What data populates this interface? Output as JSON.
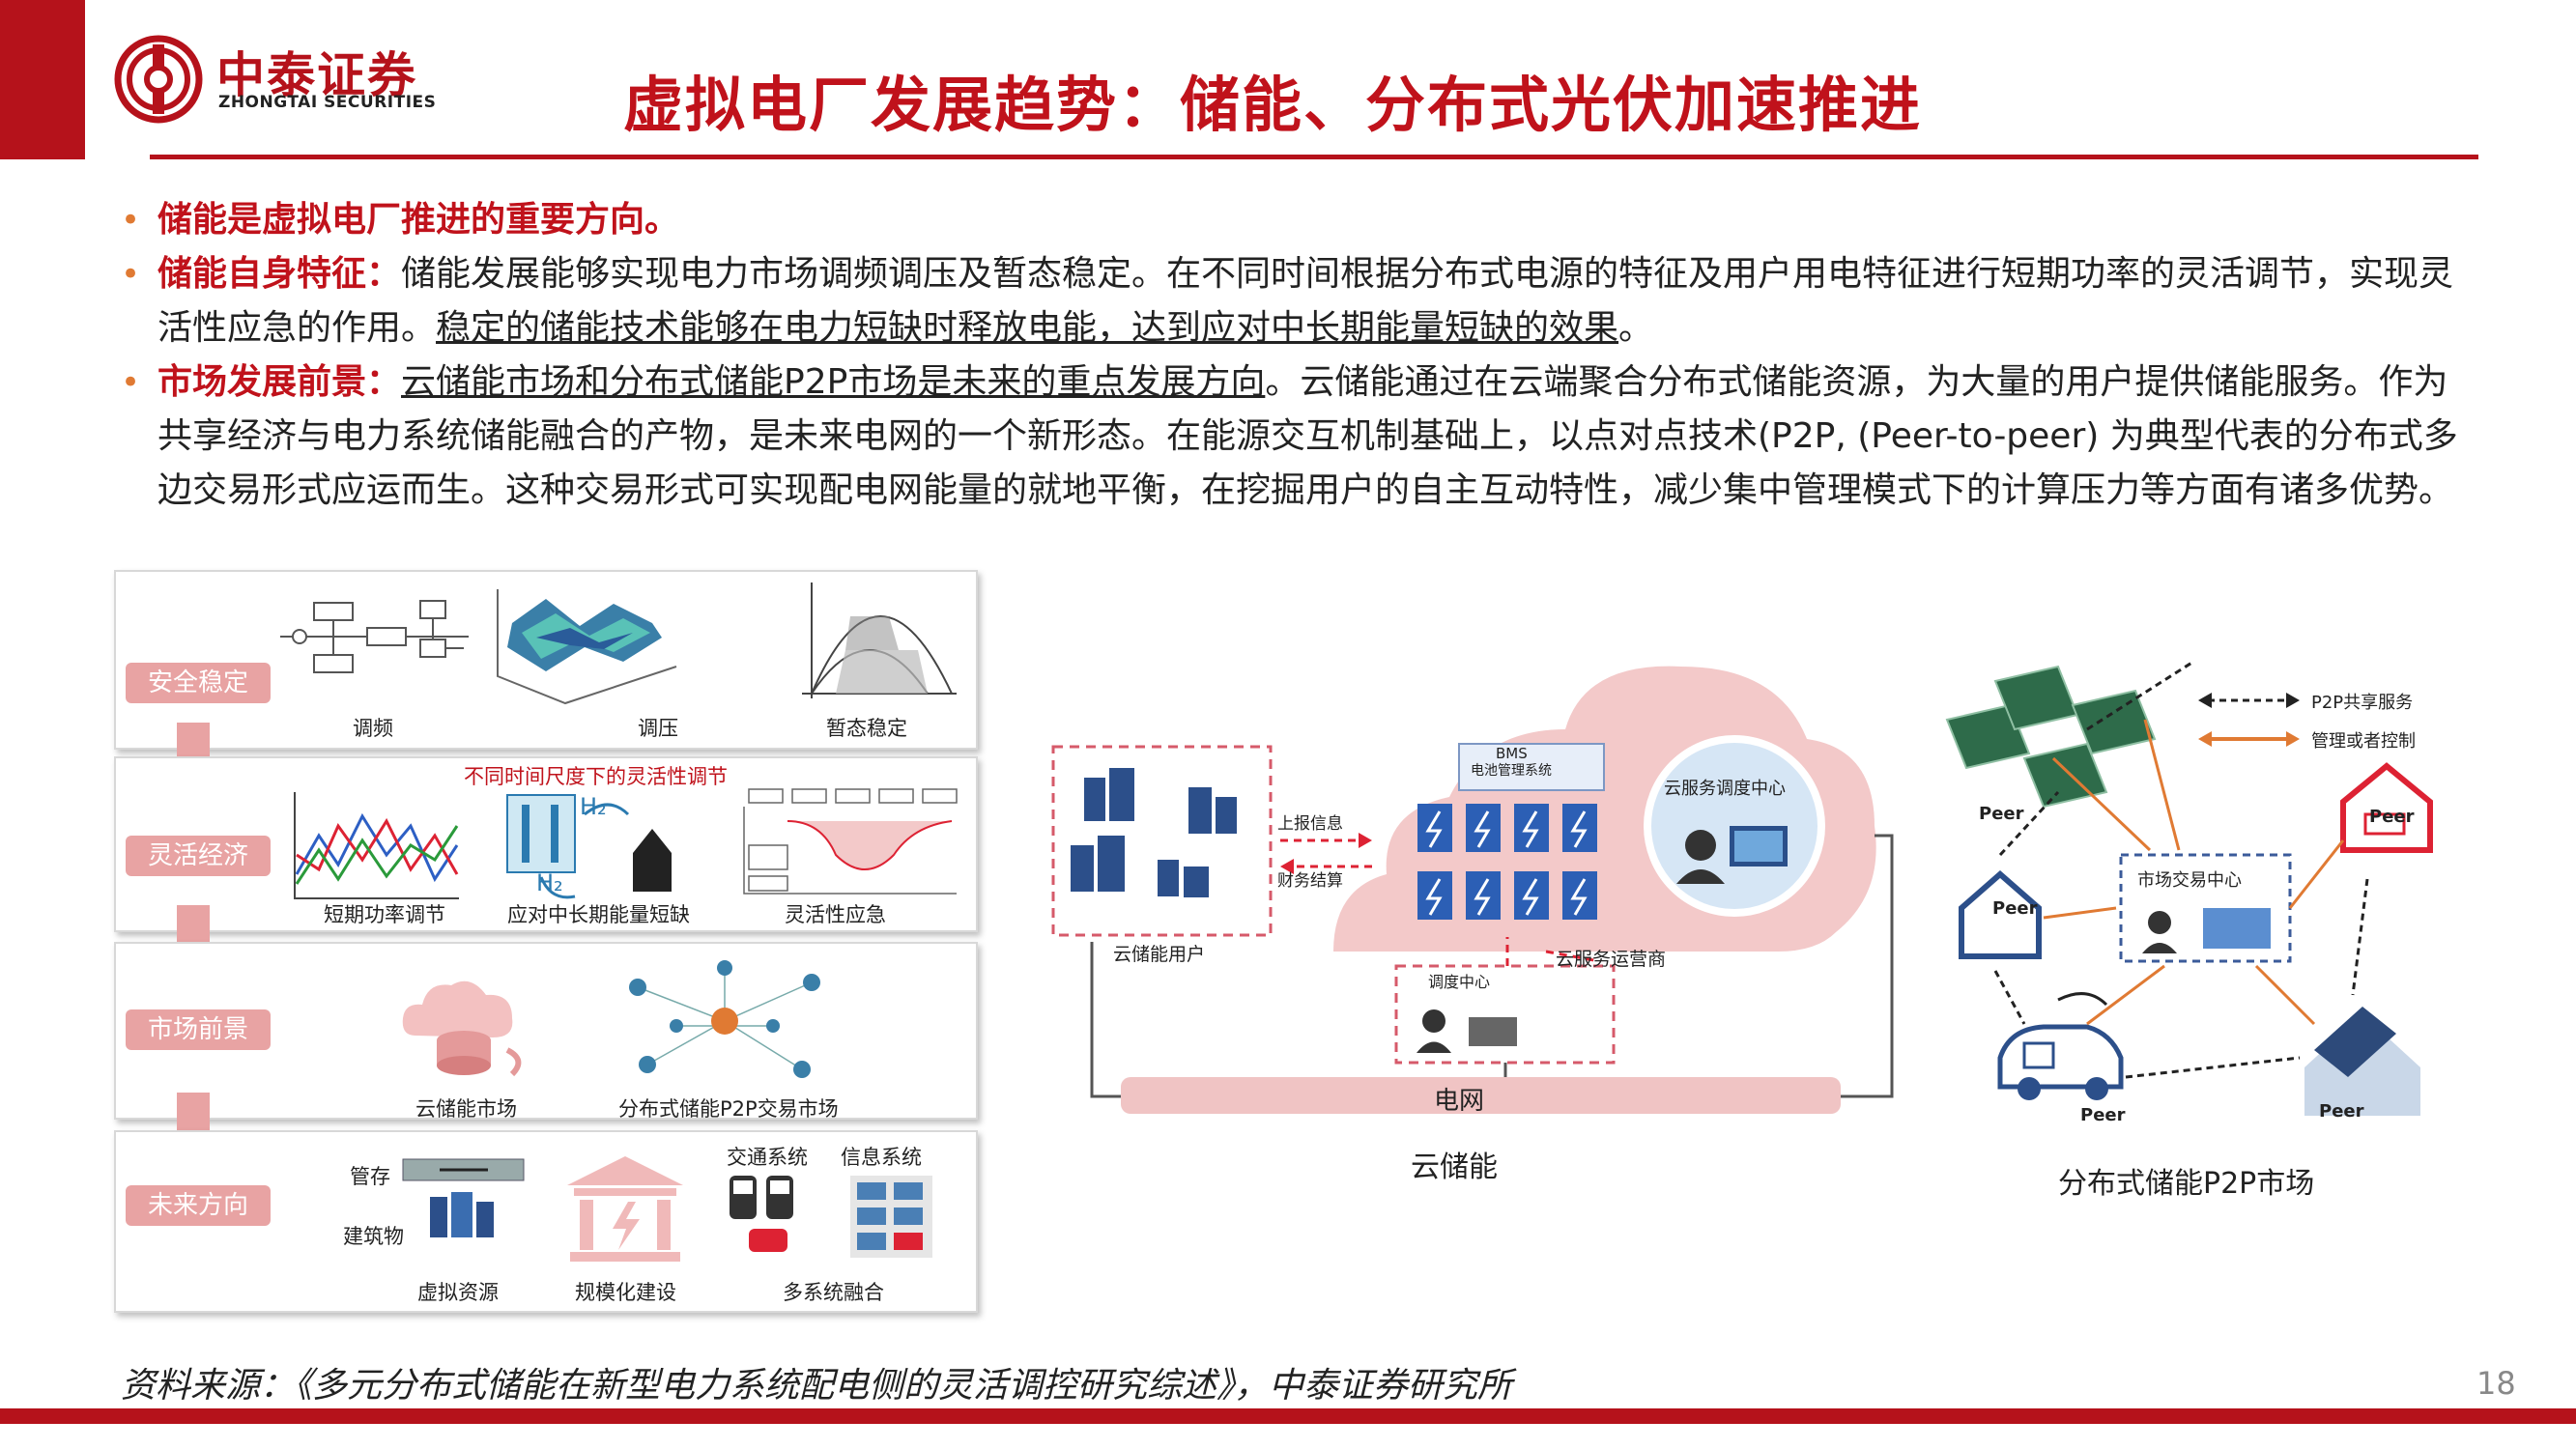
{
  "header": {
    "logo_cn": "中泰证券",
    "logo_en": "ZHONGTAI SECURITIES",
    "title": "虚拟电厂发展趋势：储能、分布式光伏加速推进"
  },
  "bullets": {
    "b1": "储能是虚拟电厂推进的重要方向。",
    "b2_label": "储能自身特征：",
    "b2_text1": "储能发展能够实现电力市场调频调压及暂态稳定。在不同时间根据分布式电源的特征及用户用电特征进行短期功率的灵活调节，实现灵活性应急的作用。",
    "b2_text2": "稳定的储能技术能够在电力短缺时释放电能，达到应对中长期能量短缺的效果",
    "b2_end": "。",
    "b3_label": "市场发展前景：",
    "b3_ul": "云储能市场和分布式储能P2P市场是未来的重点发展方向",
    "b3_text": "。云储能通过在云端聚合分布式储能资源，为大量的用户提供储能服务。作为共享经济与电力系统储能融合的产物，是未来电网的一个新形态。在能源交互机制基础上，以点对点技术(P2P, (Peer-to-peer) 为典型代表的分布式多边交易形式应运而生。这种交易形式可实现配电网能量的就地平衡，在挖掘用户的自主互动特性，减少集中管理模式下的计算压力等方面有诸多优势。"
  },
  "left_panel": {
    "rows": [
      {
        "tag": "安全稳定",
        "captions": [
          "调频",
          "调压",
          "暂态稳定"
        ]
      },
      {
        "tag": "灵活经济",
        "subtitle": "不同时间尺度下的灵活性调节",
        "captions": [
          "短期功率调节",
          "应对中长期能量短缺",
          "灵活性应急"
        ]
      },
      {
        "tag": "市场前景",
        "captions": [
          "云储能市场",
          "分布式储能P2P交易市场"
        ]
      },
      {
        "tag": "未来方向",
        "captions": [
          "虚拟资源",
          "规模化建设",
          "多系统融合"
        ],
        "labels": [
          "管存",
          "建筑物",
          "交通系统",
          "信息系统"
        ]
      }
    ],
    "fig_labels": {
      "h2_a": "H₂",
      "h2_b": "H₂"
    }
  },
  "cloud_storage": {
    "bms": "BMS",
    "bms_sub": "电池管理系统",
    "service_center": "云服务调度中心",
    "report": "上报信息",
    "settle": "财务结算",
    "users": "云储能用户",
    "operator": "云服务运营商",
    "dispatch": "调度中心",
    "grid": "电网",
    "caption": "云储能"
  },
  "p2p": {
    "legend_share": "P2P共享服务",
    "legend_manage": "管理或者控制",
    "center": "市场交易中心",
    "peer": "Peer",
    "caption": "分布式储能P2P市场"
  },
  "footer": {
    "source": "资料来源：《多元分布式储能在新型电力系统配电侧的灵活调控研究综述》，中泰证券研究所",
    "page": "18"
  },
  "colors": {
    "brand_red": "#b5121b",
    "tag_pink": "#e8a3a3",
    "cloud_pink": "#f0c4c4",
    "arrow_orange": "#e07a33"
  }
}
